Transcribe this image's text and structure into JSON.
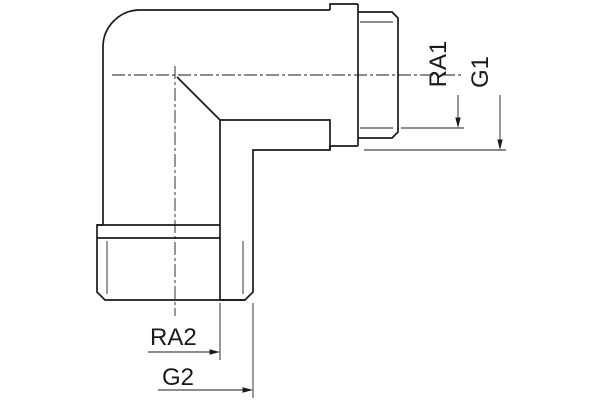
{
  "drawing": {
    "labels": {
      "ra1": "RA1",
      "g1": "G1",
      "ra2": "RA2",
      "g2": "G2"
    },
    "colors": {
      "line": "#1a1a1a",
      "background": "#ffffff"
    }
  }
}
